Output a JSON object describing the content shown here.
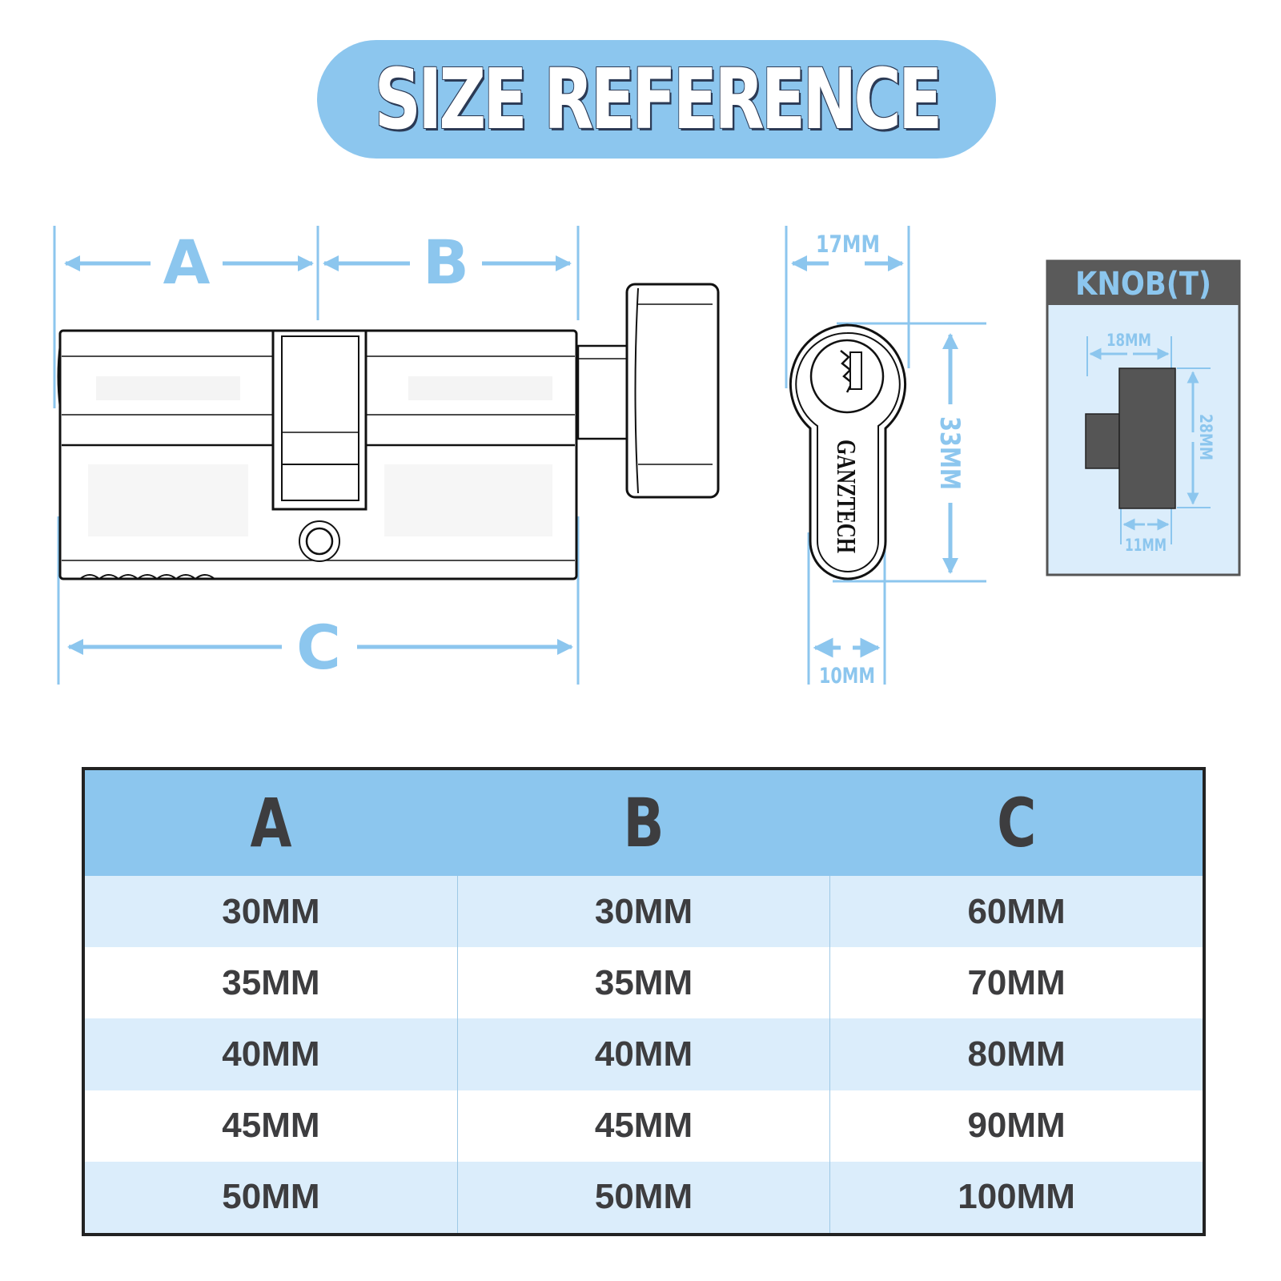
{
  "title": "SIZE REFERENCE",
  "colors": {
    "accent": "#8cc6ee",
    "row_light": "#dbedfb",
    "dark": "#3d3d3f"
  },
  "diagram": {
    "dim_a": "A",
    "dim_b": "B",
    "dim_c": "C",
    "side_width": "17MM",
    "side_height": "33MM",
    "side_bottom": "10MM",
    "brand": "GANZTECH"
  },
  "knob": {
    "title": "KNOB(T)",
    "width": "18MM",
    "height": "28MM",
    "base": "11MM"
  },
  "table": {
    "headers": [
      "A",
      "B",
      "C"
    ],
    "rows": [
      [
        "30MM",
        "30MM",
        "60MM"
      ],
      [
        "35MM",
        "35MM",
        "70MM"
      ],
      [
        "40MM",
        "40MM",
        "80MM"
      ],
      [
        "45MM",
        "45MM",
        "90MM"
      ],
      [
        "50MM",
        "50MM",
        "100MM"
      ]
    ]
  }
}
